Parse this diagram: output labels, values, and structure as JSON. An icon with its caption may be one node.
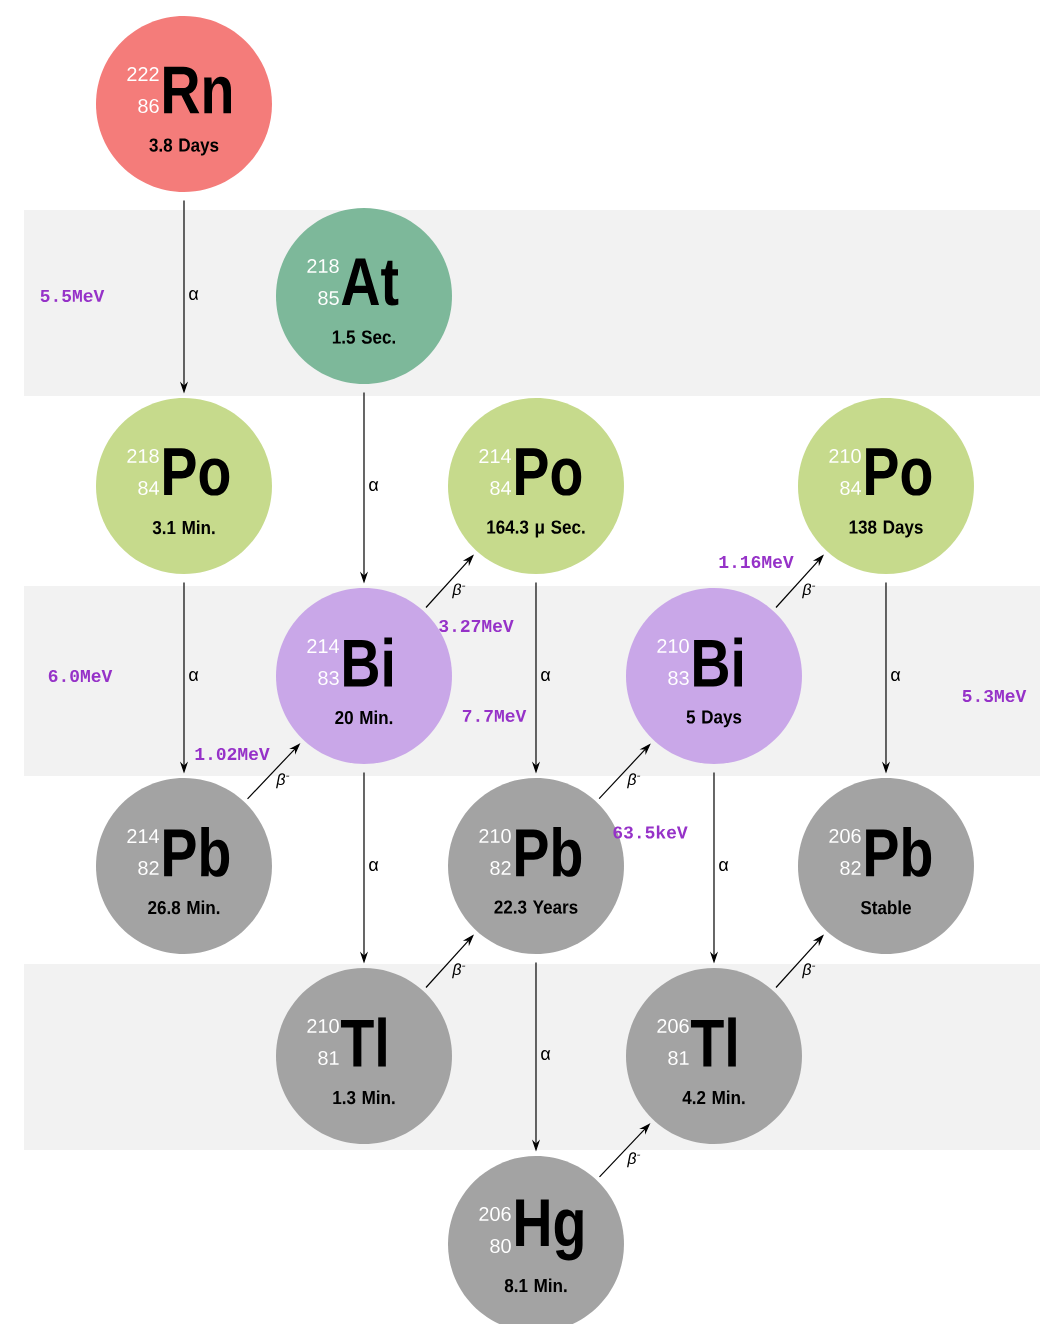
{
  "diagram": {
    "nodes": [
      {
        "text": [
          "222",
          "86",
          "Rn",
          "3.8 Days"
        ]
      },
      {
        "text": [
          "218",
          "85",
          "At",
          "1.5 Sec."
        ]
      },
      {
        "text": [
          "218",
          "84",
          "Po",
          "3.1 Min."
        ]
      },
      {
        "text": [
          "214",
          "84",
          "Po",
          "164.3 μ Sec."
        ]
      },
      {
        "text": [
          "210",
          "84",
          "Po",
          "138 Days"
        ]
      },
      {
        "text": [
          "214",
          "83",
          "Bi",
          "20 Min."
        ]
      },
      {
        "text": [
          "210",
          "83",
          "Bi",
          "5 Days"
        ]
      },
      {
        "text": [
          "214",
          "82",
          "Pb",
          "26.8 Min."
        ]
      },
      {
        "text": [
          "210",
          "82",
          "Pb",
          "22.3 Years"
        ]
      },
      {
        "text": [
          "206",
          "82",
          "Pb",
          "Stable"
        ]
      },
      {
        "text": [
          "210",
          "81",
          "Tl",
          "1.3 Min."
        ]
      },
      {
        "text": [
          "206",
          "81",
          "Tl",
          "4.2 Min."
        ]
      },
      {
        "text": [
          "206",
          "80",
          "Hg",
          "8.1 Min."
        ]
      }
    ],
    "edges": [
      {
        "from": 0,
        "to": 2,
        "arrow": "to",
        "label": "α"
      },
      {
        "from": 1,
        "to": 5,
        "arrow": "to",
        "label": "α"
      },
      {
        "from": 2,
        "to": 7,
        "arrow": "to",
        "label": "α"
      },
      {
        "from": 5,
        "to": 3,
        "arrow": "to",
        "label": "β$^{-}$"
      },
      {
        "from": 7,
        "to": 5,
        "arrow": "to",
        "label": "β$^{-}$"
      },
      {
        "from": 3,
        "to": 8,
        "arrow": "to",
        "label": "α"
      },
      {
        "from": 5,
        "to": 10,
        "arrow": "to",
        "label": "α"
      },
      {
        "from": 10,
        "to": 8,
        "arrow": "to",
        "label": "β$^{-}$"
      },
      {
        "from": 8,
        "to": 6,
        "arrow": "to",
        "label": "β$^{-}$"
      },
      {
        "from": 6,
        "to": 4,
        "arrow": "to",
        "label": "β$^{-}$"
      },
      {
        "from": 6,
        "to": 11,
        "arrow": "to",
        "label": "α"
      },
      {
        "from": 8,
        "to": 12,
        "arrow": "to",
        "label": "α"
      },
      {
        "from": 12,
        "to": 11,
        "arrow": "to",
        "label": "β$^{-}$"
      },
      {
        "from": 11,
        "to": 9,
        "arrow": "to",
        "label": "β$^{-}$"
      },
      {
        "from": 4,
        "to": 9,
        "arrow": "to",
        "label": "α"
      }
    ],
    "labels": [
      "5.5MeV",
      "3.27MeV",
      "1.16MeV",
      "6.0MeV",
      "7.7MeV",
      "5.3MeV",
      "1.02MeV",
      "63.5keV"
    ]
  }
}
